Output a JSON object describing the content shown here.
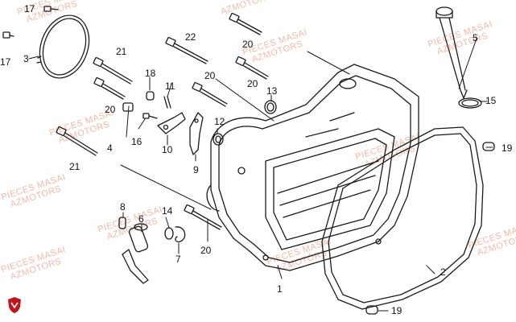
{
  "watermark": {
    "line1": "PIECES MASAI",
    "line2": "AZMOTORS"
  },
  "parts": [
    {
      "ref": "1"
    },
    {
      "ref": "2"
    },
    {
      "ref": "3"
    },
    {
      "ref": "4"
    },
    {
      "ref": "5"
    },
    {
      "ref": "6"
    },
    {
      "ref": "7"
    },
    {
      "ref": "8"
    },
    {
      "ref": "9"
    },
    {
      "ref": "10"
    },
    {
      "ref": "11"
    },
    {
      "ref": "12"
    },
    {
      "ref": "13"
    },
    {
      "ref": "14"
    },
    {
      "ref": "15"
    },
    {
      "ref": "16"
    },
    {
      "ref": "17"
    },
    {
      "ref": "18"
    },
    {
      "ref": "19"
    },
    {
      "ref": "20"
    },
    {
      "ref": "21"
    },
    {
      "ref": "22"
    }
  ],
  "colors": {
    "line": "#1a1a1a",
    "watermark": "#f3b9a6",
    "logo": "#c0151b"
  }
}
